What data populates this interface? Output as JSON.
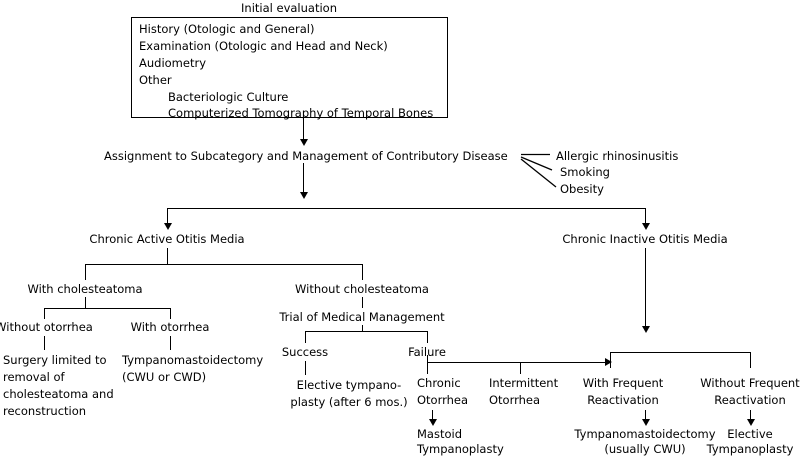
{
  "diagram": {
    "title": "Initial evaluation",
    "initial_evaluation_box": {
      "lines": [
        "History (Otologic and General)",
        "Examination (Otologic and Head and Neck)",
        "Audiometry",
        "Other"
      ],
      "indented_lines": [
        "Bacteriologic Culture",
        "Computerized Tomography of Temporal Bones"
      ]
    },
    "assignment": "Assignment to Subcategory and Management of Contributory Disease",
    "contributory_diseases": [
      "Allergic rhinosinusitis",
      "Smoking",
      "Obesity"
    ],
    "branch_active": "Chronic Active Otitis Media",
    "branch_inactive": "Chronic Inactive Otitis Media",
    "with_cholesteatoma": "With cholesteatoma",
    "without_cholesteatoma": "Without cholesteatoma",
    "without_otorrhea": "Without otorrhea",
    "with_otorrhea": "With otorrhea",
    "surgery_limited": {
      "line1": "Surgery limited to",
      "line2": "removal of",
      "line3": "cholesteatoma and",
      "line4": "reconstruction"
    },
    "tympanomastoidectomy_cwl": {
      "line1": "Tympanomastoidectomy",
      "line2": "(CWU or CWD)"
    },
    "trial_medical": "Trial of Medical Management",
    "success": "Success",
    "failure": "Failure",
    "elective_tympanoplasty_6mos": {
      "line1": "Elective tympano-",
      "line2": "plasty (after 6 mos.)"
    },
    "chronic_otorrhea": {
      "line1": "Chronic",
      "line2": "Otorrhea"
    },
    "intermittent_otorrhea": {
      "line1": "Intermittent",
      "line2": "Otorrhea"
    },
    "mastoid_tympanoplasty": {
      "line1": "Mastoid",
      "line2": "Tympanoplasty"
    },
    "with_frequent_reactivation": {
      "line1": "With Frequent",
      "line2": "Reactivation"
    },
    "without_frequent_reactivation": {
      "line1": "Without Frequent",
      "line2": "Reactivation"
    },
    "tympanomastoidectomy_cwu": {
      "line1": "Tympanomastoidectomy",
      "line2": "(usually CWU)"
    },
    "elective_tympanoplasty": {
      "line1": "Elective",
      "line2": "Tympanoplasty"
    }
  }
}
